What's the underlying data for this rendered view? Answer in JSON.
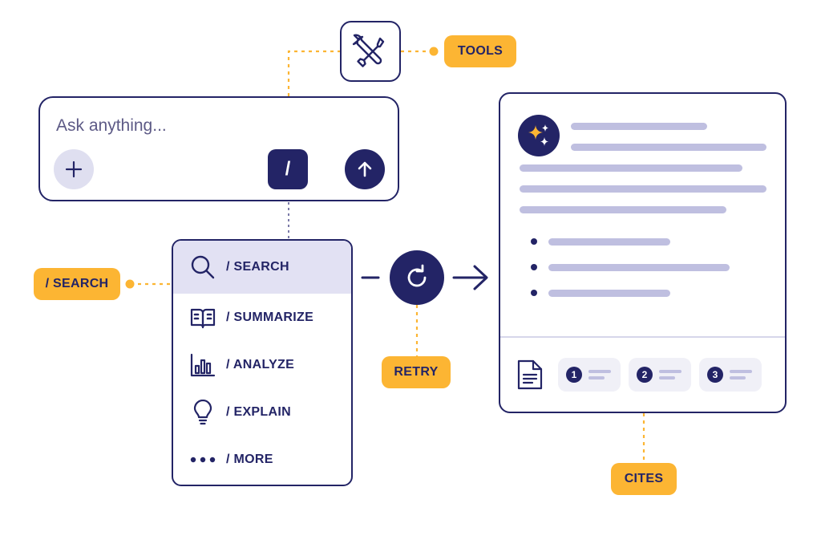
{
  "callouts": {
    "tools": "TOOLS",
    "search": "/ SEARCH",
    "retry": "RETRY",
    "cites": "CITES"
  },
  "composer": {
    "placeholder": "Ask anything...",
    "slash_label": "/",
    "plus_icon": "plus-icon",
    "send_icon": "arrow-up-icon"
  },
  "command_menu": {
    "items": [
      {
        "label": "/ SEARCH",
        "icon": "magnifier-icon",
        "active": true
      },
      {
        "label": "/ SUMMARIZE",
        "icon": "open-book-icon",
        "active": false
      },
      {
        "label": "/ ANALYZE",
        "icon": "bar-chart-icon",
        "active": false
      },
      {
        "label": "/ EXPLAIN",
        "icon": "lightbulb-icon",
        "active": false
      },
      {
        "label": "/ MORE",
        "icon": "ellipsis-icon",
        "active": false
      }
    ]
  },
  "retry_icon": "refresh-icon",
  "answer": {
    "avatar_icon": "sparkles-icon",
    "citations": [
      "1",
      "2",
      "3"
    ],
    "document_icon": "document-icon"
  },
  "colors": {
    "navy": "#232466",
    "accent": "#fcb533",
    "placeholder_lines": "#bfbfe0",
    "highlight": "#e2e1f3"
  }
}
